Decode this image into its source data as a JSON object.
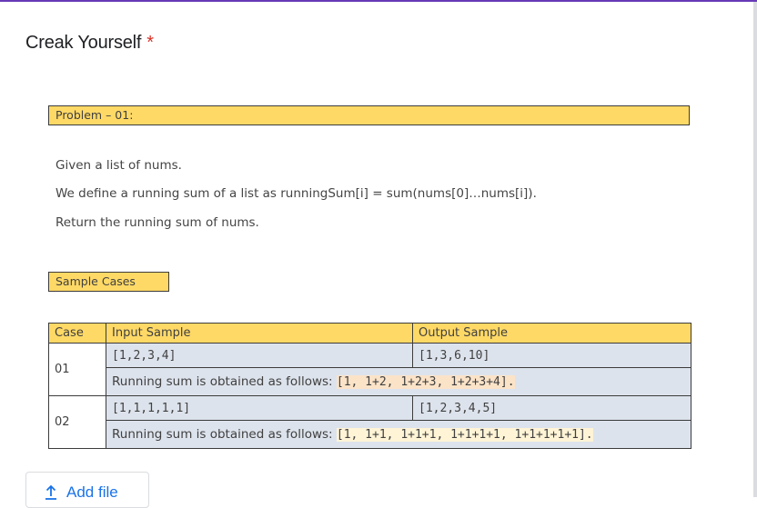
{
  "question": {
    "title": "Creak Yourself",
    "required_mark": "*"
  },
  "problem": {
    "heading": "Problem – 01:",
    "lines": [
      "Given a list of nums.",
      "We define a running sum of a list as runningSum[i] = sum(nums[0]…nums[i]).",
      "Return the running sum of nums."
    ]
  },
  "samples": {
    "heading": "Sample Cases",
    "columns": [
      "Case",
      "Input Sample",
      "Output Sample"
    ],
    "rows": [
      {
        "case": "01",
        "input": "[1,2,3,4]",
        "output": "[1,3,6,10]",
        "note_prefix": "Running sum is obtained as follows: ",
        "note_value": "[1, 1+2, 1+2+3, 1+2+3+4]."
      },
      {
        "case": "02",
        "input": "[1,1,1,1,1]",
        "output": "[1,2,3,4,5]",
        "note_prefix": "Running sum is obtained as follows: ",
        "note_value": "[1, 1+1, 1+1+1, 1+1+1+1, 1+1+1+1+1]."
      }
    ]
  },
  "actions": {
    "add_file_label": "Add file",
    "add_file_icon": "upload-icon"
  },
  "colors": {
    "accent": "#673ab7",
    "required": "#d93025",
    "header_fill": "#ffd966",
    "cell_fill": "#dde3ec",
    "link": "#1a73e8"
  }
}
